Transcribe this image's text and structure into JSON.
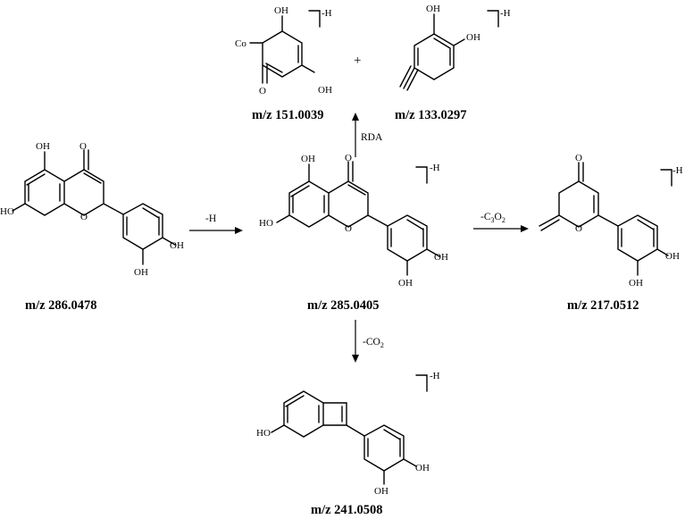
{
  "scheme": {
    "atoms": {
      "oh": "OH",
      "ho": "HO",
      "o": "O",
      "co": "Co",
      "ion_h": "-H",
      "plus": "+"
    },
    "compounds": {
      "precursor": {
        "mz": "m/z 286.0478"
      },
      "deprotonated": {
        "mz": "m/z 285.0405"
      },
      "rda_fragment_a": {
        "mz": "m/z 151.0039"
      },
      "rda_fragment_b": {
        "mz": "m/z 133.0297"
      },
      "c3o2_loss": {
        "mz": "m/z 217.0512"
      },
      "co2_loss": {
        "mz": "m/z 241.0508"
      }
    },
    "reactions": {
      "deprotonation": {
        "label": "-H"
      },
      "rda": {
        "label": "RDA"
      },
      "c3o2": {
        "prefix": "-C",
        "sub1": "3",
        "mid": "O",
        "sub2": "2"
      },
      "co2": {
        "prefix": "-CO",
        "sub": "2"
      }
    }
  }
}
